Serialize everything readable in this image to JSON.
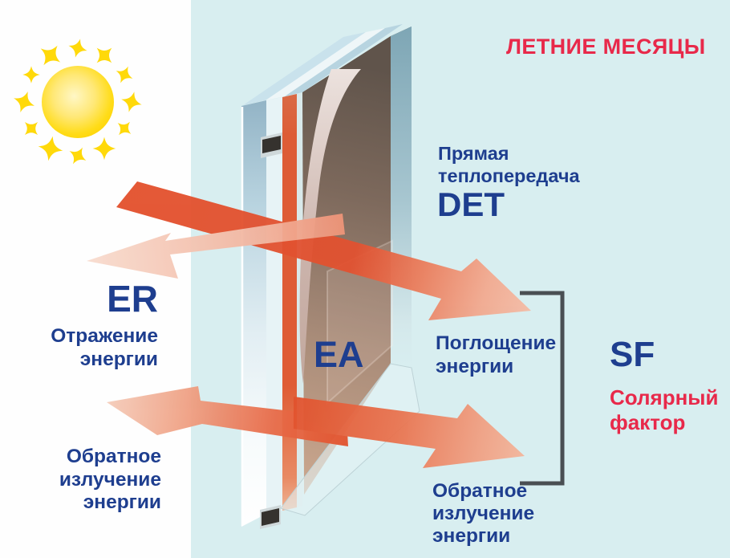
{
  "title": {
    "text": "ЛЕТНИЕ МЕСЯЦЫ"
  },
  "sun": {
    "icon": "sun-icon"
  },
  "labels": {
    "direct": {
      "caption": "Прямая\nтеплопередача",
      "code": "DET"
    },
    "reflection": {
      "code": "ER",
      "caption": "Отражение\nэнергии"
    },
    "glass_absorption_code": "EA",
    "absorption": {
      "caption": "Поглощение\nэнергии"
    },
    "solar_factor": {
      "code": "SF",
      "caption": "Солярный\nфактор"
    },
    "back_radiation_outside": "Обратное\nизлучение\nэнергии",
    "back_radiation_inside": "Обратное\nизлучение\nэнергии"
  },
  "colors": {
    "title_red": "#e8294a",
    "text_blue": "#1e3e8f",
    "arrow_red": "#e2532e",
    "arrow_pale": "#f6d8cb",
    "bracket_gray": "#4a4f53",
    "panel_cyan": "#d8eef0",
    "left_bg": "#ffffff",
    "sun_yellow": "#ffd600",
    "coating_orange": "#df5c35",
    "glass_blue": "#9db9c9",
    "inner_pane_brown": "#6e5d52"
  }
}
